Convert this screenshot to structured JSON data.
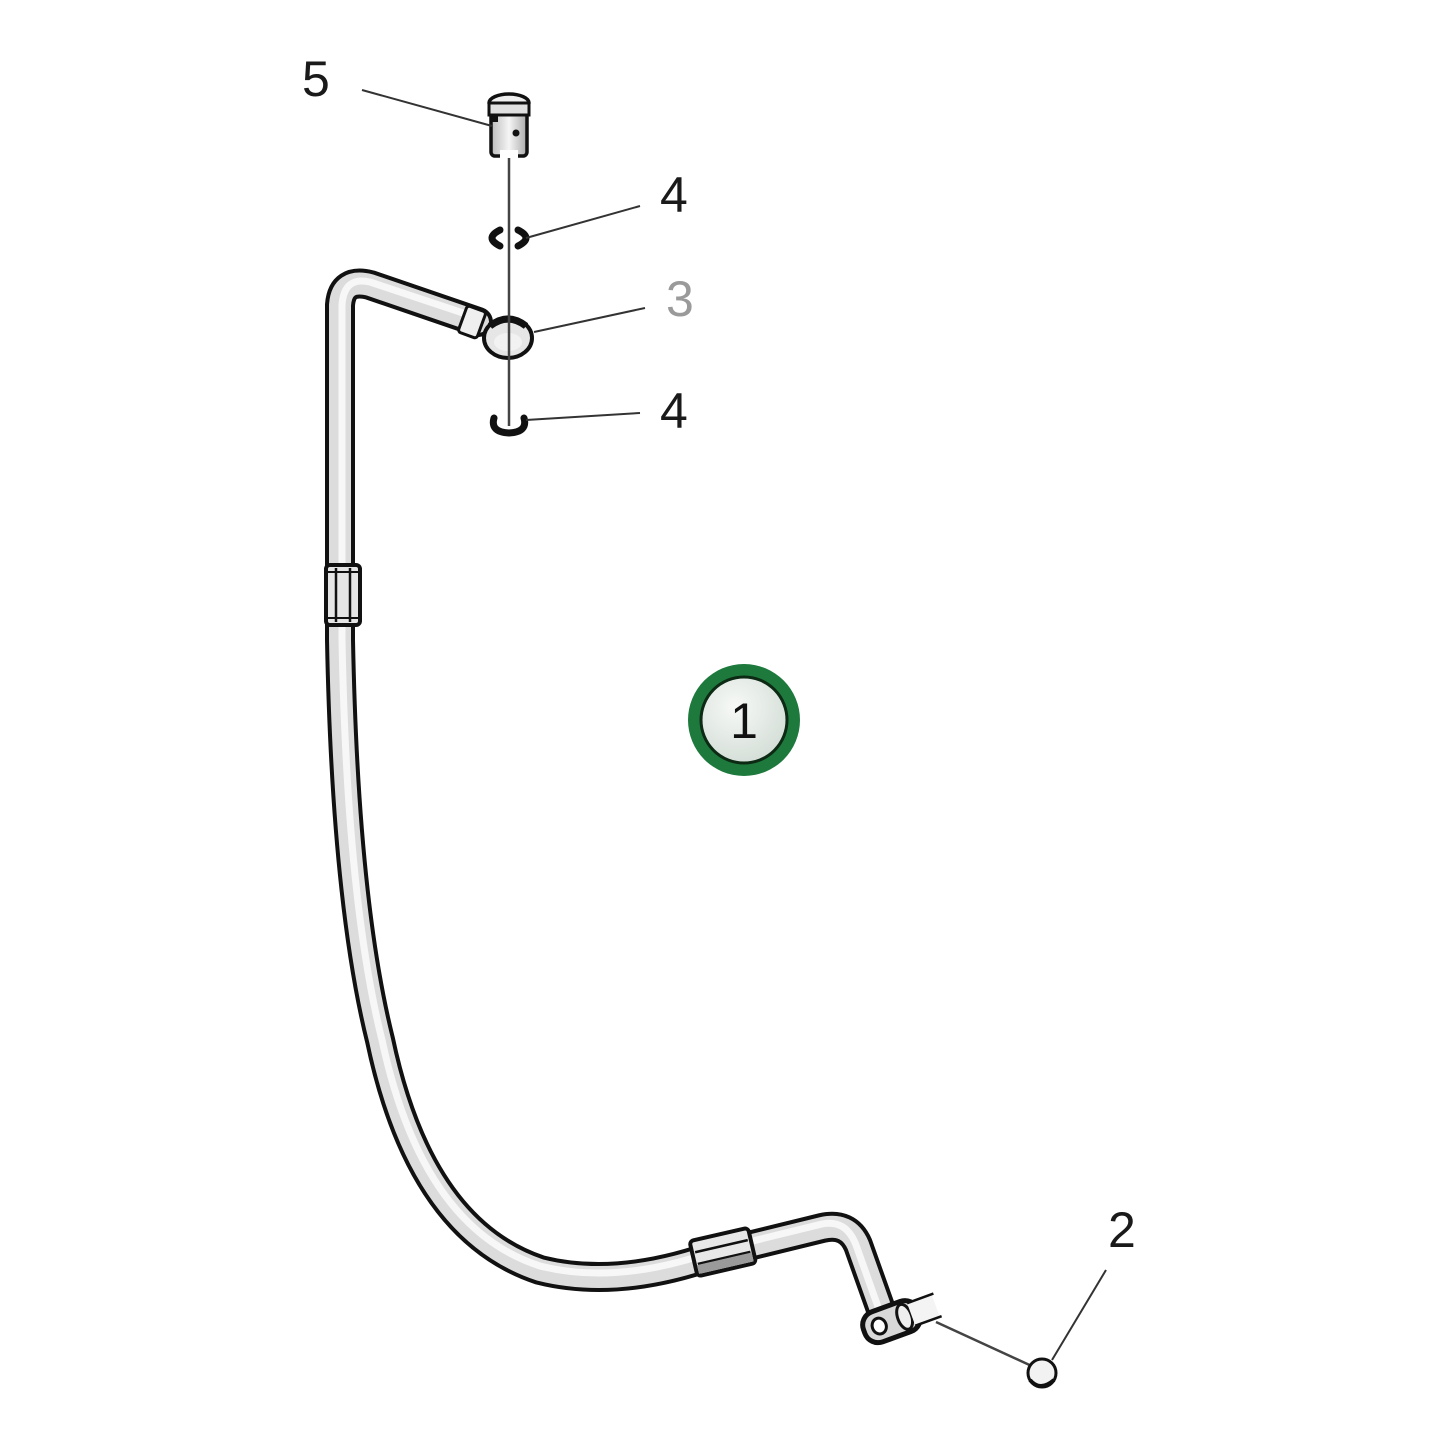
{
  "diagram": {
    "type": "exploded-parts-view",
    "background": "#ffffff",
    "highlight_color": "#1e7a3c",
    "callouts": [
      {
        "id": "callout-1",
        "label": "1",
        "part": "hose assembly",
        "highlighted": true
      },
      {
        "id": "callout-2",
        "label": "2",
        "part": "cap / plug"
      },
      {
        "id": "callout-3",
        "label": "3",
        "part": "banjo fitting",
        "dimmed": true
      },
      {
        "id": "callout-4a",
        "label": "4",
        "part": "sealing washer (upper)"
      },
      {
        "id": "callout-4b",
        "label": "4",
        "part": "sealing washer (lower)"
      },
      {
        "id": "callout-5",
        "label": "5",
        "part": "banjo bolt"
      }
    ]
  }
}
